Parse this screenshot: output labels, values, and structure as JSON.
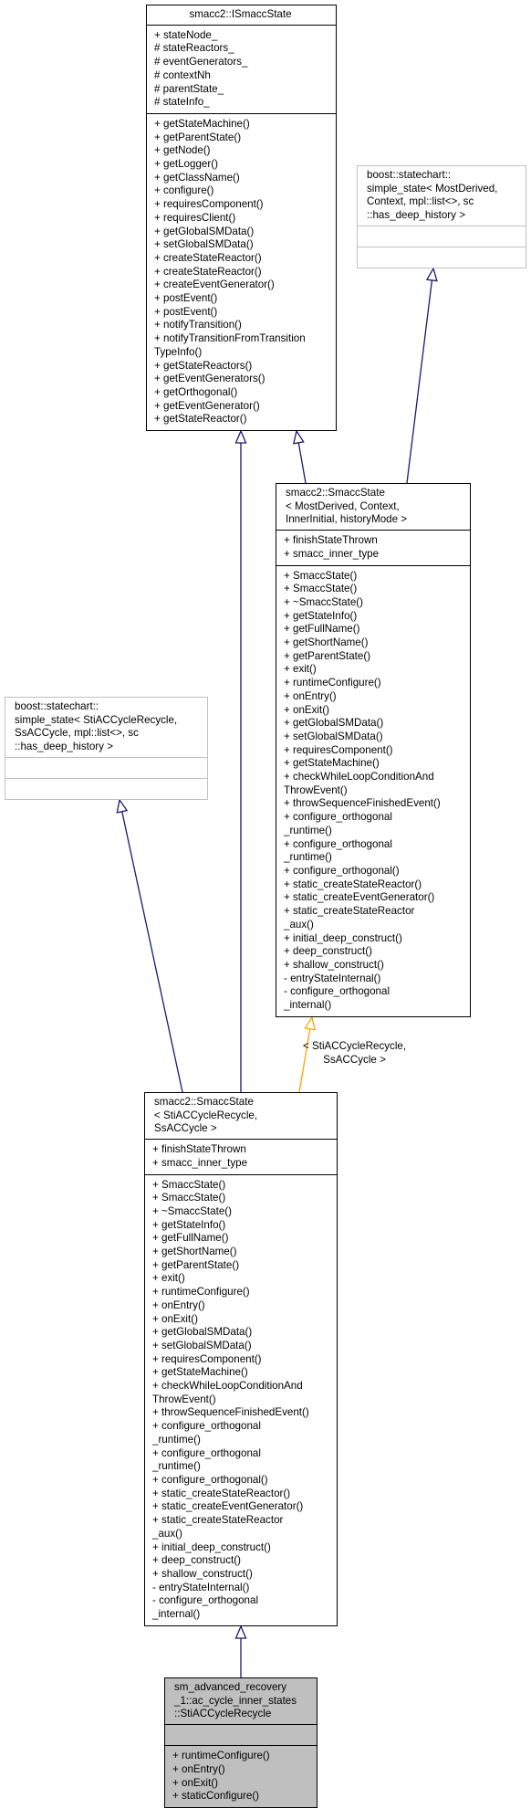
{
  "nodes": {
    "isMaccState": {
      "title": [
        "smacc2::ISmaccState"
      ],
      "attributes": [
        "+ stateNode_",
        "# stateReactors_",
        "# eventGenerators_",
        "# contextNh",
        "# parentState_",
        "# stateInfo_"
      ],
      "methods": [
        "+ getStateMachine()",
        "+ getParentState()",
        "+ getNode()",
        "+ getLogger()",
        "+ getClassName()",
        "+ configure()",
        "+ requiresComponent()",
        "+ requiresClient()",
        "+ getGlobalSMData()",
        "+ setGlobalSMData()",
        "+ createStateReactor()",
        "+ createStateReactor()",
        "+ createEventGenerator()",
        "+ postEvent()",
        "+ postEvent()",
        "+ notifyTransition()",
        "+ notifyTransitionFromTransition",
        "TypeInfo()",
        "+ getStateReactors()",
        "+ getEventGenerators()",
        "+ getOrthogonal()",
        "+ getEventGenerator()",
        "+ getStateReactor()"
      ]
    },
    "simpleStateGeneric": {
      "title": [
        "boost::statechart::",
        "simple_state< MostDerived,",
        " Context, mpl::list<>, sc",
        " ::has_deep_history >"
      ],
      "attributes": [],
      "methods": []
    },
    "smaccStateTemplate": {
      "title": [
        "smacc2::SmaccState",
        "< MostDerived, Context,",
        "   InnerInitial, historyMode >"
      ],
      "attributes": [
        "+ finishStateThrown",
        "+ smacc_inner_type"
      ],
      "methods": [
        "+ SmaccState()",
        "+ SmaccState()",
        "+ ~SmaccState()",
        "+ getStateInfo()",
        "+ getFullName()",
        "+ getShortName()",
        "+ getParentState()",
        "+ exit()",
        "+ runtimeConfigure()",
        "+ onEntry()",
        "+ onExit()",
        "+ getGlobalSMData()",
        "+ setGlobalSMData()",
        "+ requiresComponent()",
        "+ getStateMachine()",
        "+ checkWhileLoopConditionAnd",
        "ThrowEvent()",
        "+ throwSequenceFinishedEvent()",
        "+ configure_orthogonal",
        "_runtime()",
        "+ configure_orthogonal",
        "_runtime()",
        "+ configure_orthogonal()",
        "+ static_createStateReactor()",
        "+ static_createEventGenerator()",
        "+ static_createStateReactor",
        "_aux()",
        "+ initial_deep_construct()",
        "+ deep_construct()",
        "+ shallow_construct()",
        "- entryStateInternal()",
        "- configure_orthogonal",
        "_internal()"
      ]
    },
    "simpleStateSti": {
      "title": [
        "boost::statechart::",
        "simple_state< StiACCycleRecycle,",
        " SsACCycle, mpl::list<>, sc",
        " ::has_deep_history >"
      ],
      "attributes": [],
      "methods": []
    },
    "smaccStateSti": {
      "title": [
        "smacc2::SmaccState",
        "< StiACCycleRecycle,",
        "     SsACCycle >"
      ],
      "attributes": [
        "+ finishStateThrown",
        "+ smacc_inner_type"
      ],
      "methods": [
        "+ SmaccState()",
        "+ SmaccState()",
        "+ ~SmaccState()",
        "+ getStateInfo()",
        "+ getFullName()",
        "+ getShortName()",
        "+ getParentState()",
        "+ exit()",
        "+ runtimeConfigure()",
        "+ onEntry()",
        "+ onExit()",
        "+ getGlobalSMData()",
        "+ setGlobalSMData()",
        "+ requiresComponent()",
        "+ getStateMachine()",
        "+ checkWhileLoopConditionAnd",
        "ThrowEvent()",
        "+ throwSequenceFinishedEvent()",
        "+ configure_orthogonal",
        "_runtime()",
        "+ configure_orthogonal",
        "_runtime()",
        "+ configure_orthogonal()",
        "+ static_createStateReactor()",
        "+ static_createEventGenerator()",
        "+ static_createStateReactor",
        "_aux()",
        "+ initial_deep_construct()",
        "+ deep_construct()",
        "+ shallow_construct()",
        "- entryStateInternal()",
        "- configure_orthogonal",
        "_internal()"
      ]
    },
    "stiACCycleRecycle": {
      "title": [
        "sm_advanced_recovery",
        "_1::ac_cycle_inner_states",
        "::StiACCycleRecycle"
      ],
      "attributes": [],
      "methods": [
        "+ runtimeConfigure()",
        "+ onEntry()",
        "+ onExit()",
        "+ staticConfigure()"
      ]
    }
  },
  "edges": {
    "template_arg_label": [
      "< StiACCycleRecycle,",
      "SsACCycle >"
    ],
    "colors": {
      "inheritance": "#191970",
      "template": "#ffa500"
    }
  }
}
